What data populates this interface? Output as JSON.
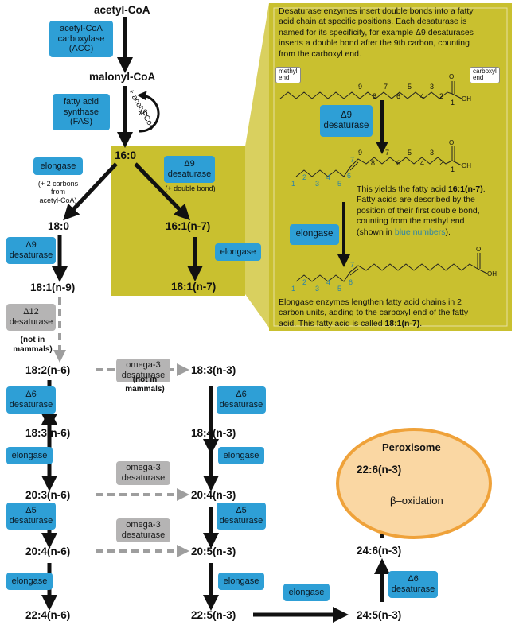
{
  "metabolites": {
    "acetyl_coa": "acetyl-CoA",
    "malonyl_coa": "malonyl-CoA",
    "m16_0": "16:0",
    "m18_0": "18:0",
    "m18_1_n9": "18:1(n-9)",
    "m16_1_n7": "16:1(n-7)",
    "m18_1_n7": "18:1(n-7)",
    "m18_2_n6": "18:2(n-6)",
    "m18_3_n3": "18:3(n-3)",
    "m18_3_n6": "18:3(n-6)",
    "m18_4_n3": "18:4(n-3)",
    "m20_3_n6": "20:3(n-6)",
    "m20_4_n3": "20:4(n-3)",
    "m20_4_n6": "20:4(n-6)",
    "m20_5_n3": "20:5(n-3)",
    "m22_4_n6": "22:4(n-6)",
    "m22_5_n3": "22:5(n-3)",
    "m24_5_n3": "24:5(n-3)",
    "m24_6_n3": "24:6(n-3)",
    "m22_6_n3": "22:6(n-3)"
  },
  "enzymes": {
    "acc": [
      "acetyl-CoA",
      "carboxylase",
      "(ACC)"
    ],
    "fas": [
      "fatty acid",
      "synthase",
      "(FAS)"
    ],
    "elongase": "elongase",
    "d9": [
      "Δ9",
      "desaturase"
    ],
    "d12": [
      "Δ12",
      "desaturase"
    ],
    "d6": [
      "Δ6",
      "desaturase"
    ],
    "d5": [
      "Δ5",
      "desaturase"
    ],
    "omega3": [
      "omega-3",
      "desaturase"
    ]
  },
  "notes": {
    "acetyl_coa_loop": "+ acetyl-CoA",
    "x6": "x6",
    "plus_2_carbons": [
      "(+ 2 carbons",
      "from",
      "acetyl-CoA)"
    ],
    "plus_double_bond": "(+ double bond)",
    "not_in_mammals": [
      "(not in",
      "mammals)"
    ],
    "not_in_mammals_2": [
      "(not in",
      "mammals)"
    ]
  },
  "peroxisome": {
    "title": "Peroxisome",
    "beta_oxidation": "β–oxidation"
  },
  "info_panel": {
    "p1_lines": [
      "Desaturase enzymes insert double bonds into a fatty",
      "acid chain at specific positions. Each desaturase is",
      "named for its specificity, for example Δ9 desaturases",
      "inserts a double bond after the 9th carbon, counting",
      "from the carboxyl end."
    ],
    "methyl_end": [
      "methyl",
      "end"
    ],
    "carboxyl_end": [
      "carboxyl",
      "end"
    ],
    "oh": "OH",
    "o": "O",
    "p2_prefix": "This yields the fatty acid ",
    "p2_bold": "16:1(n-7)",
    "p2_suffix": ".",
    "p2_lines": [
      "Fatty acids are described by the",
      "position of their first double bond,",
      "counting from the methyl end"
    ],
    "p2_last_prefix": "(shown in ",
    "p2_last_blue": "blue numbers",
    "p2_last_suffix": ").",
    "p3_lines": [
      "Elongase enzymes lengthen fatty acid chains in 2",
      "carbon units, adding to the carboxyl end of the fatty"
    ],
    "p3_last_prefix": "acid. This fatty acid is called ",
    "p3_last_bold": "18:1(n-7)",
    "p3_last_suffix": ".",
    "carbon_numbers_top": [
      "9",
      "8",
      "7",
      "6",
      "5",
      "4",
      "3",
      "2",
      "1"
    ],
    "carbon_numbers_mid": [
      "9",
      "8",
      "7",
      "6",
      "5",
      "4",
      "3",
      "2",
      "1"
    ],
    "blue_numbers_mid": [
      "1",
      "2",
      "3",
      "4",
      "5",
      "6",
      "7"
    ],
    "blue_numbers_bot": [
      "1",
      "2",
      "3",
      "4",
      "5",
      "6",
      "7"
    ]
  },
  "colors": {
    "olive_panel": "#C9C02F",
    "enzyme_blue": "#2E9FD6",
    "enzyme_grey": "#B5B4B4",
    "peroxisome_fill": "#FAD7A3",
    "peroxisome_stroke": "#EFA23A",
    "arrow_black": "#111111",
    "arrow_grey": "#9E9E9E",
    "omega_number_blue": "#2A83A8"
  }
}
